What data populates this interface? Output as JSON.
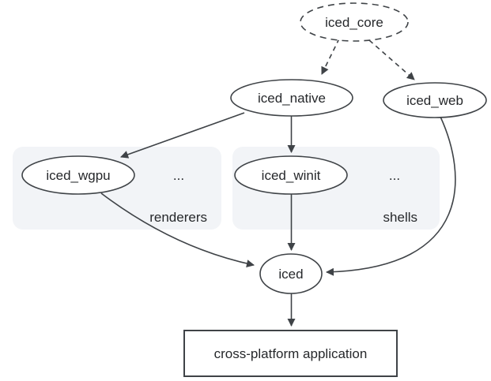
{
  "diagram": {
    "description": "iced crate ecosystem dependency diagram",
    "colors": {
      "background": "#ffffff",
      "stroke": "#3f4347",
      "node_fill": "#ffffff",
      "group_fill": "#f2f4f7",
      "group_label_color": "#1a73e8",
      "text_color": "#26282b"
    },
    "nodes": {
      "iced_core": {
        "label": "iced_core",
        "shape": "ellipse",
        "style": "dashed"
      },
      "iced_native": {
        "label": "iced_native",
        "shape": "ellipse",
        "style": "solid"
      },
      "iced_web": {
        "label": "iced_web",
        "shape": "ellipse",
        "style": "solid"
      },
      "iced_wgpu": {
        "label": "iced_wgpu",
        "shape": "ellipse",
        "style": "solid",
        "group": "renderers"
      },
      "iced_winit": {
        "label": "iced_winit",
        "shape": "ellipse",
        "style": "solid",
        "group": "shells"
      },
      "iced": {
        "label": "iced",
        "shape": "ellipse",
        "style": "solid"
      },
      "application": {
        "label": "cross-platform application",
        "shape": "rect",
        "style": "solid"
      }
    },
    "groups": {
      "renderers": {
        "label": "renderers",
        "ellipsis": "..."
      },
      "shells": {
        "label": "shells",
        "ellipsis": "..."
      }
    },
    "edges": [
      {
        "from": "iced_core",
        "to": "iced_native",
        "style": "dashed"
      },
      {
        "from": "iced_core",
        "to": "iced_web",
        "style": "dashed"
      },
      {
        "from": "iced_native",
        "to": "iced_wgpu",
        "style": "solid"
      },
      {
        "from": "iced_native",
        "to": "iced_winit",
        "style": "solid"
      },
      {
        "from": "iced_wgpu",
        "to": "iced",
        "style": "solid"
      },
      {
        "from": "iced_winit",
        "to": "iced",
        "style": "solid"
      },
      {
        "from": "iced_web",
        "to": "iced",
        "style": "solid"
      },
      {
        "from": "iced",
        "to": "application",
        "style": "solid"
      }
    ]
  }
}
